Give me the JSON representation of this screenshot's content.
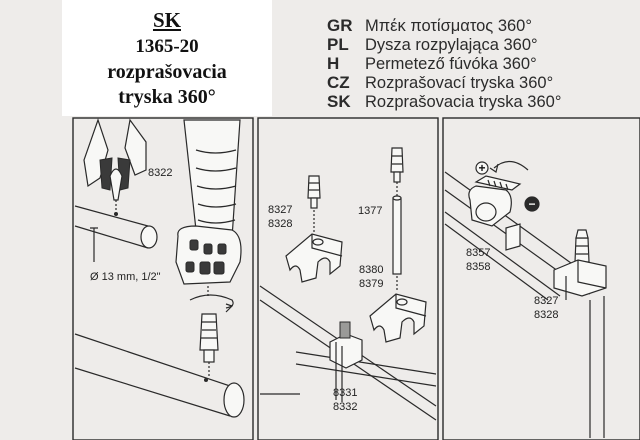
{
  "label": {
    "code": "SK",
    "number": "1365-20",
    "desc_line1": "rozprašovacia",
    "desc_line2": "tryska 360°"
  },
  "languages": [
    {
      "code": "GR",
      "text": "Μπέκ ποτίσματος 360°"
    },
    {
      "code": "PL",
      "text": "Dysza rozpylająca 360°"
    },
    {
      "code": "H",
      "text": "Permetező fúvóka 360°"
    },
    {
      "code": "CZ",
      "text": "Rozprašovací tryska 360°"
    },
    {
      "code": "SK",
      "text": "Rozprašovacia tryska 360°"
    }
  ],
  "panel1": {
    "part_tool": "8322",
    "pipe_size": "Ø 13 mm, 1/2\""
  },
  "panel2": {
    "part_a1": "8327",
    "part_a2": "8328",
    "part_rod": "1377",
    "part_b1": "8380",
    "part_b2": "8379",
    "part_c1": "8331",
    "part_c2": "8332"
  },
  "panel3": {
    "part_a1": "8357",
    "part_a2": "8358",
    "part_b1": "8327",
    "part_b2": "8328",
    "plus_symbol": "+",
    "minus_symbol": "−"
  }
}
